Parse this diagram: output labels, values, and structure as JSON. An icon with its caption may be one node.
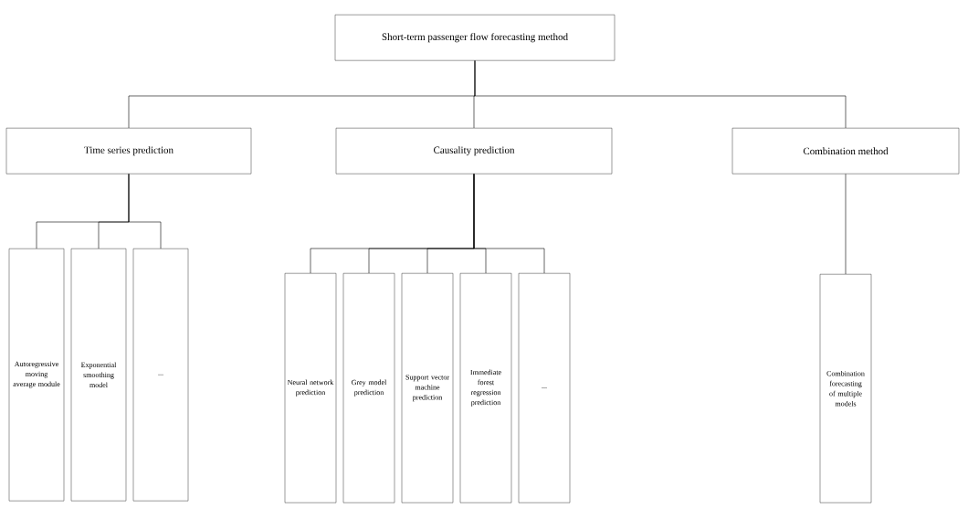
{
  "diagram": {
    "nodes": [
      {
        "text": [
          "Short-term passenger flow forecasting method"
        ]
      },
      {
        "text": [
          "Time series prediction"
        ]
      },
      {
        "text": [
          "Causality prediction"
        ]
      },
      {
        "text": [
          "Combination method"
        ]
      },
      {
        "text": [
          "Autoregressive moving average module"
        ]
      },
      {
        "text": [
          "Exponential smoothing model"
        ]
      },
      {
        "text": [
          "..."
        ]
      },
      {
        "text": [
          "Neural network prediction"
        ]
      },
      {
        "text": [
          "Grey model prediction"
        ]
      },
      {
        "text": [
          "Support vector machine prediction"
        ]
      },
      {
        "text": [
          "Immediate forest regression prediction"
        ]
      },
      {
        "text": [
          "..."
        ]
      },
      {
        "text": [
          "Combination forecasting of multiple models"
        ]
      }
    ],
    "edges": [
      {
        "from": 0,
        "to": 1,
        "arrow": "none"
      },
      {
        "from": 0,
        "to": 2,
        "arrow": "none"
      },
      {
        "from": 0,
        "to": 3,
        "arrow": "none"
      },
      {
        "from": 1,
        "to": 4,
        "arrow": "none"
      },
      {
        "from": 1,
        "to": 5,
        "arrow": "none"
      },
      {
        "from": 1,
        "to": 6,
        "arrow": "none"
      },
      {
        "from": 2,
        "to": 7,
        "arrow": "none"
      },
      {
        "from": 2,
        "to": 8,
        "arrow": "none"
      },
      {
        "from": 2,
        "to": 9,
        "arrow": "none"
      },
      {
        "from": 2,
        "to": 10,
        "arrow": "none"
      },
      {
        "from": 2,
        "to": 11,
        "arrow": "none"
      },
      {
        "from": 3,
        "to": 12,
        "arrow": "none"
      }
    ]
  }
}
